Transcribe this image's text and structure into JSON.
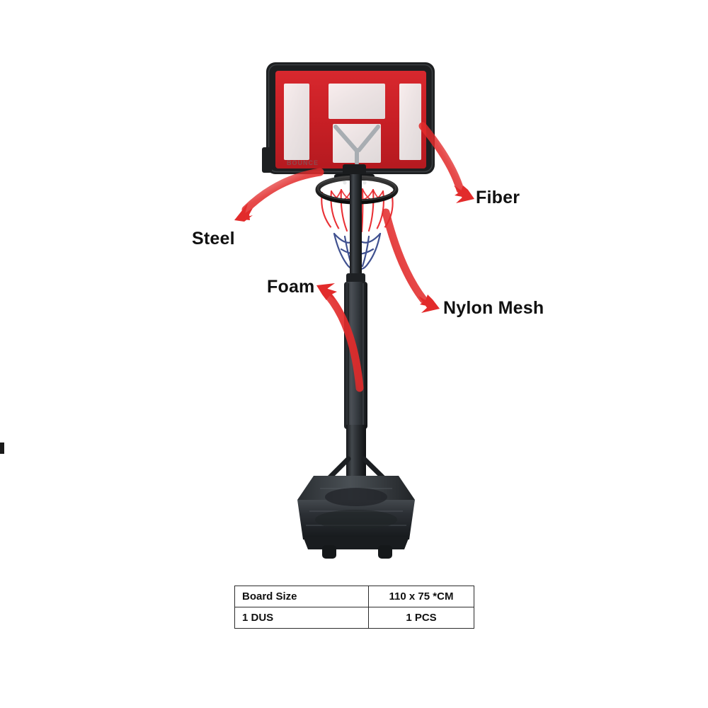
{
  "product": {
    "type": "portable basketball hoop system",
    "brand_logo_text": "BOUNCE",
    "backboard": {
      "frame_color": "#cf2026",
      "outer_frame_color": "#1d1d1f",
      "panel_color": "#f2f4f3",
      "bracket_color": "#a8adb2"
    },
    "rim": {
      "color": "#131313",
      "net_colors": [
        "#e8262c",
        "#ffffff",
        "#2c3f85"
      ]
    },
    "pole": {
      "color": "#2e3134",
      "foam_sleeve_color": "#3a3e42"
    },
    "base": {
      "color": "#2a2d31",
      "wheel_color": "#1c1f22"
    }
  },
  "callouts": [
    {
      "id": "steel",
      "label": "Steel",
      "points_to": "backboard-frame",
      "arrow_direction": "down-left"
    },
    {
      "id": "fiber",
      "label": "Fiber",
      "points_to": "backboard-panel",
      "arrow_direction": "down-right"
    },
    {
      "id": "nylon",
      "label": "Nylon Mesh",
      "points_to": "net",
      "arrow_direction": "down-right"
    },
    {
      "id": "foam",
      "label": "Foam",
      "points_to": "pole-sleeve",
      "arrow_direction": "up-left"
    }
  ],
  "arrow_color": "#e22b2b",
  "spec_table": {
    "rows": [
      {
        "label": "Board Size",
        "value": "110 x 75 *CM"
      },
      {
        "label": "1 DUS",
        "value": "1 PCS"
      }
    ]
  }
}
